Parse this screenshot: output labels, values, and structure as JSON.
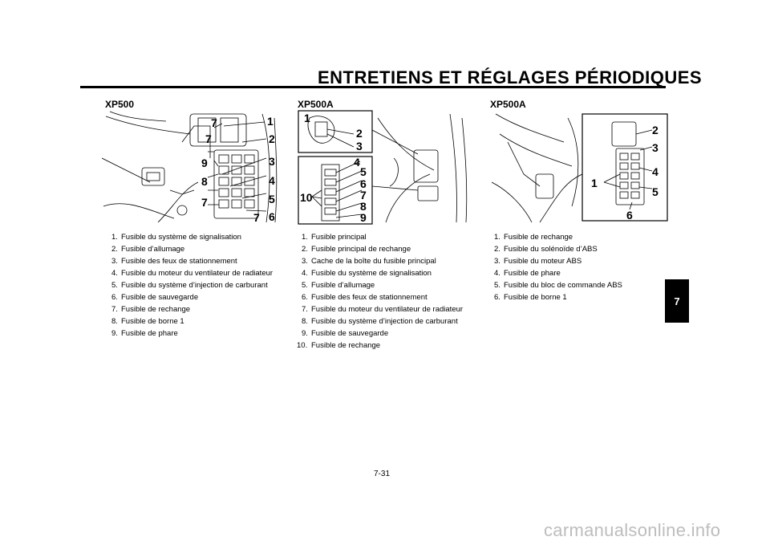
{
  "header": {
    "title": "ENTRETIENS ET RÉGLAGES PÉRIODIQUES"
  },
  "chapter_tab": "7",
  "page_number": "7-31",
  "watermark": "carmanualsonline.info",
  "columns": [
    {
      "title": "XP500",
      "callouts": [
        "7",
        "1",
        "7",
        "2",
        "9",
        "3",
        "8",
        "4",
        "7",
        "5",
        "7",
        "6"
      ],
      "items": [
        {
          "num": "1.",
          "text": "Fusible du système de signalisation"
        },
        {
          "num": "2.",
          "text": "Fusible d’allumage"
        },
        {
          "num": "3.",
          "text": "Fusible des feux de stationnement"
        },
        {
          "num": "4.",
          "text": "Fusible du moteur du ventilateur de radiateur"
        },
        {
          "num": "5.",
          "text": "Fusible du système d’injection de carburant"
        },
        {
          "num": "6.",
          "text": "Fusible de sauvegarde"
        },
        {
          "num": "7.",
          "text": "Fusible de rechange"
        },
        {
          "num": "8.",
          "text": "Fusible de borne 1"
        },
        {
          "num": "9.",
          "text": "Fusible de phare"
        }
      ]
    },
    {
      "title": "XP500A",
      "callouts": [
        "1",
        "2",
        "3",
        "4",
        "5",
        "6",
        "7",
        "8",
        "9",
        "10"
      ],
      "items": [
        {
          "num": "1.",
          "text": "Fusible principal"
        },
        {
          "num": "2.",
          "text": "Fusible principal de rechange"
        },
        {
          "num": "3.",
          "text": "Cache de la boîte du fusible principal"
        },
        {
          "num": "4.",
          "text": "Fusible du système de signalisation"
        },
        {
          "num": "5.",
          "text": "Fusible d’allumage"
        },
        {
          "num": "6.",
          "text": "Fusible des feux de stationnement"
        },
        {
          "num": "7.",
          "text": "Fusible du moteur du ventilateur de radiateur"
        },
        {
          "num": "8.",
          "text": "Fusible du système d’injection de carburant"
        },
        {
          "num": "9.",
          "text": "Fusible de sauvegarde"
        },
        {
          "num": "10.",
          "text": "Fusible de rechange"
        }
      ]
    },
    {
      "title": "XP500A",
      "callouts": [
        "2",
        "3",
        "1",
        "4",
        "5",
        "6"
      ],
      "items": [
        {
          "num": "1.",
          "text": "Fusible de rechange"
        },
        {
          "num": "2.",
          "text": "Fusible du solénoïde d’ABS"
        },
        {
          "num": "3.",
          "text": "Fusible du moteur ABS"
        },
        {
          "num": "4.",
          "text": "Fusible de phare"
        },
        {
          "num": "5.",
          "text": "Fusible du bloc de commande ABS"
        },
        {
          "num": "6.",
          "text": "Fusible de borne 1"
        }
      ]
    }
  ]
}
